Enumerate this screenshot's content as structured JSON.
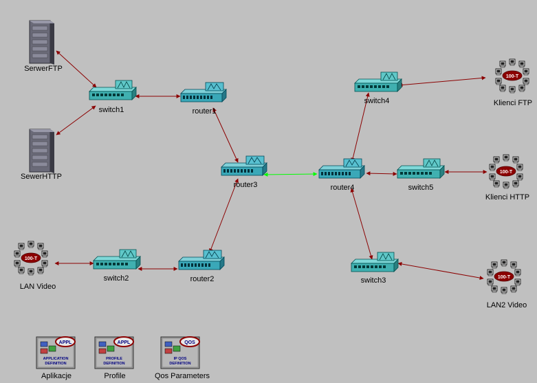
{
  "diagram": {
    "background_color": "#c0c0c0",
    "link_color": "#8b0000",
    "highlight_link_color": "#00ff00",
    "nodes": [
      {
        "id": "serwer_ftp",
        "label": "SerwerFTP",
        "icon": "server-icon"
      },
      {
        "id": "serwer_http",
        "label": "SewerHTTP",
        "icon": "server-icon"
      },
      {
        "id": "switch1",
        "label": "switch1",
        "icon": "switch-icon"
      },
      {
        "id": "router1",
        "label": "router1",
        "icon": "router-icon"
      },
      {
        "id": "router3",
        "label": "router3",
        "icon": "router-icon"
      },
      {
        "id": "router4",
        "label": "router4",
        "icon": "router-icon"
      },
      {
        "id": "switch4",
        "label": "switch4",
        "icon": "switch-icon"
      },
      {
        "id": "switch5",
        "label": "switch5",
        "icon": "switch-icon"
      },
      {
        "id": "switch3",
        "label": "switch3",
        "icon": "switch-icon"
      },
      {
        "id": "switch2",
        "label": "switch2",
        "icon": "switch-icon"
      },
      {
        "id": "router2",
        "label": "router2",
        "icon": "router-icon"
      },
      {
        "id": "lan_video",
        "label": "LAN Video",
        "icon": "lan-100t-icon"
      },
      {
        "id": "klienci_ftp",
        "label": "Klienci FTP",
        "icon": "lan-100t-icon"
      },
      {
        "id": "klienci_http",
        "label": "Klienci HTTP",
        "icon": "lan-100t-icon"
      },
      {
        "id": "lan2_video",
        "label": "LAN2 Video",
        "icon": "lan-100t-icon"
      }
    ],
    "lan_badge_text": "100-T",
    "links": [
      [
        "serwer_ftp",
        "switch1"
      ],
      [
        "serwer_http",
        "switch1"
      ],
      [
        "switch1",
        "router1"
      ],
      [
        "router1",
        "router3"
      ],
      [
        "router3",
        "router4"
      ],
      [
        "router3",
        "router2"
      ],
      [
        "router2",
        "switch2"
      ],
      [
        "switch2",
        "lan_video"
      ],
      [
        "router4",
        "switch4"
      ],
      [
        "switch4",
        "klienci_ftp"
      ],
      [
        "router4",
        "switch5"
      ],
      [
        "switch5",
        "klienci_http"
      ],
      [
        "router4",
        "switch3"
      ],
      [
        "switch3",
        "lan2_video"
      ]
    ],
    "highlighted_links": [
      [
        "router3",
        "router4"
      ]
    ],
    "config_objects": [
      {
        "id": "aplikacje",
        "label": "Aplikacje",
        "badge": "APPL",
        "caption": "APPLICATION DEFINITION",
        "icon": "application-definition-icon"
      },
      {
        "id": "profile",
        "label": "Profile",
        "badge": "APPL",
        "caption": "PROFILE DEFINITION",
        "icon": "profile-definition-icon"
      },
      {
        "id": "qos",
        "label": "Qos Parameters",
        "badge": "QOS",
        "caption": "IP QOS DEFINITION",
        "icon": "qos-definition-icon"
      }
    ]
  }
}
